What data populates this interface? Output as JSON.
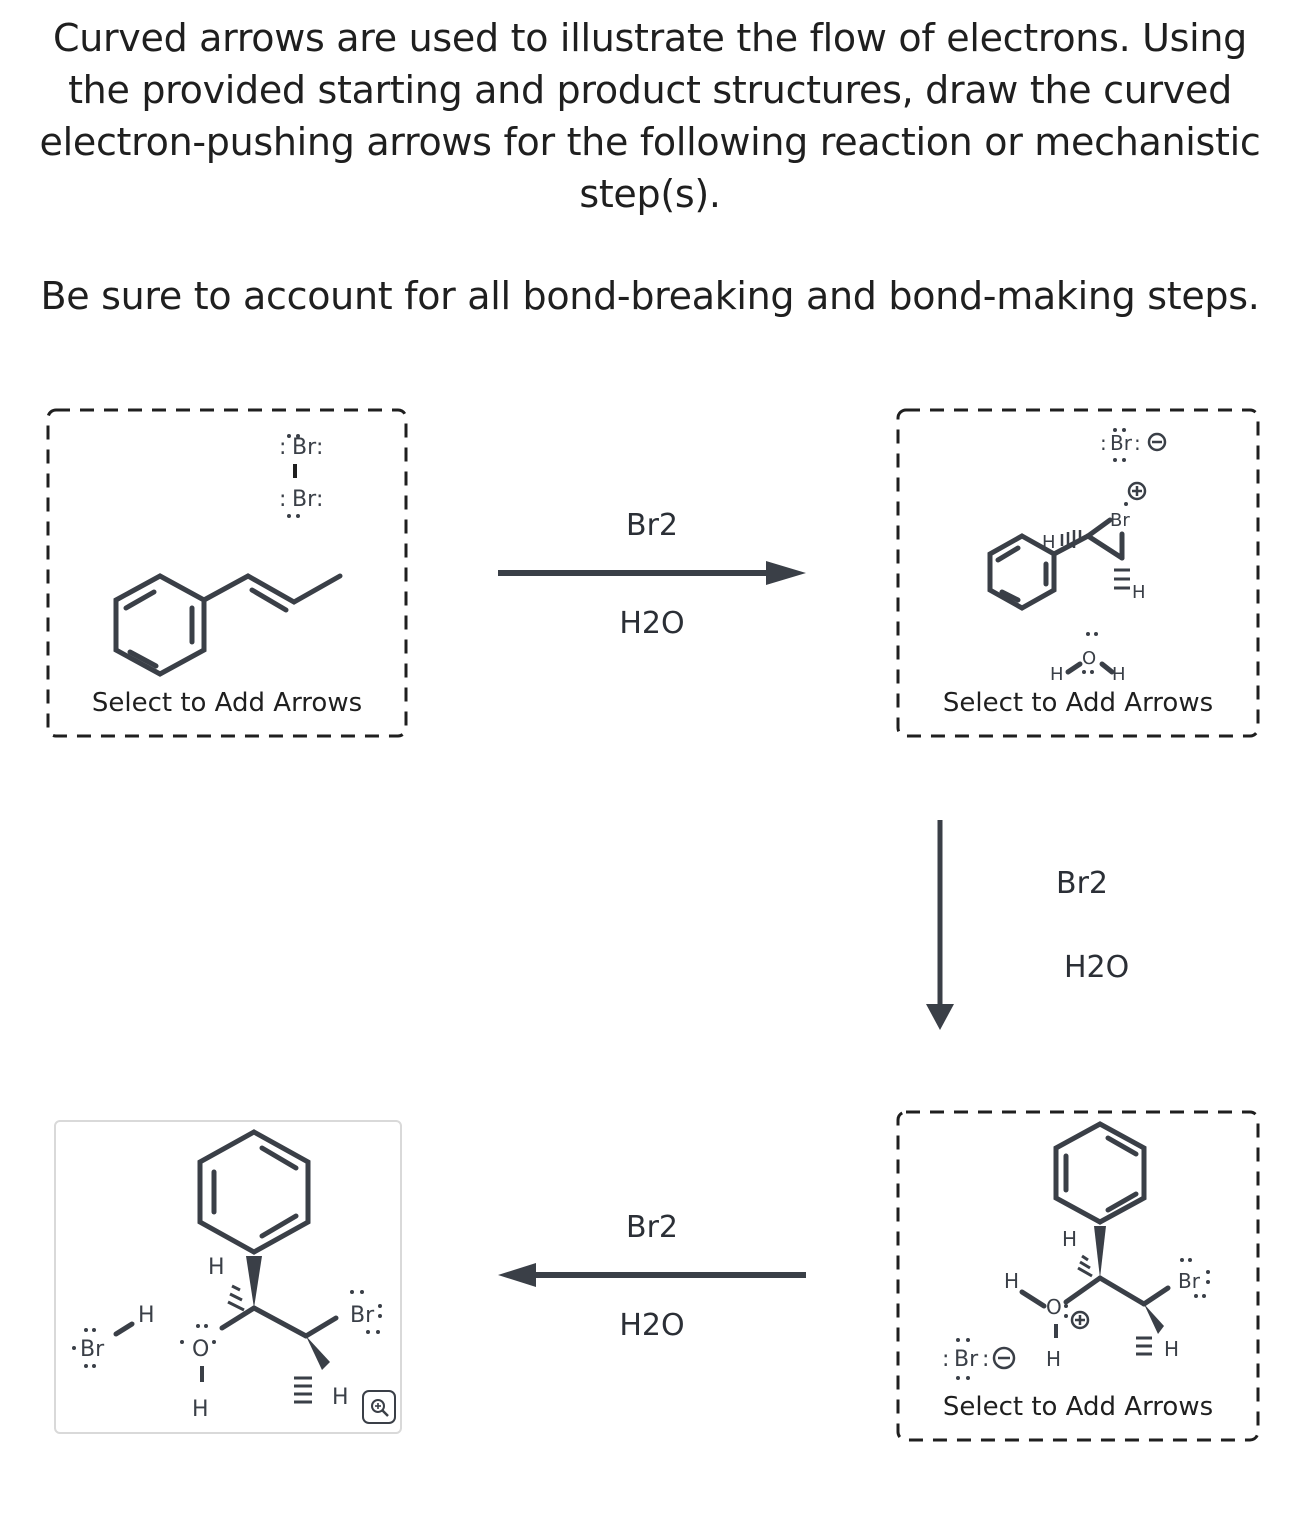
{
  "instructions": {
    "line1": "Curved arrows are used to illustrate the flow of electrons. Using the provided starting and product structures, draw the curved electron-pushing arrows for the following reaction or mechanistic step(s).",
    "line2": "Be sure to account for all bond-breaking and bond-making steps."
  },
  "panels": {
    "start": {
      "label": "Select to Add Arrows"
    },
    "intermediate1": {
      "label": "Select to Add Arrows"
    },
    "intermediate2": {
      "label": "Select to Add Arrows"
    }
  },
  "reagents": {
    "step1": {
      "top": "Br2",
      "bottom": "H2O"
    },
    "step2": {
      "top": "Br2",
      "bottom": "H2O"
    },
    "step3": {
      "top": "Br2",
      "bottom": "H2O"
    }
  },
  "atoms": {
    "br": "Br",
    "h": "H",
    "o": "O"
  },
  "colors": {
    "text": "#1f1f1f",
    "structure": "#3a3f47",
    "dash": "#1f1f1f",
    "panel_border": "#d9d9d9"
  },
  "icons": [
    "zoom-in-icon"
  ]
}
